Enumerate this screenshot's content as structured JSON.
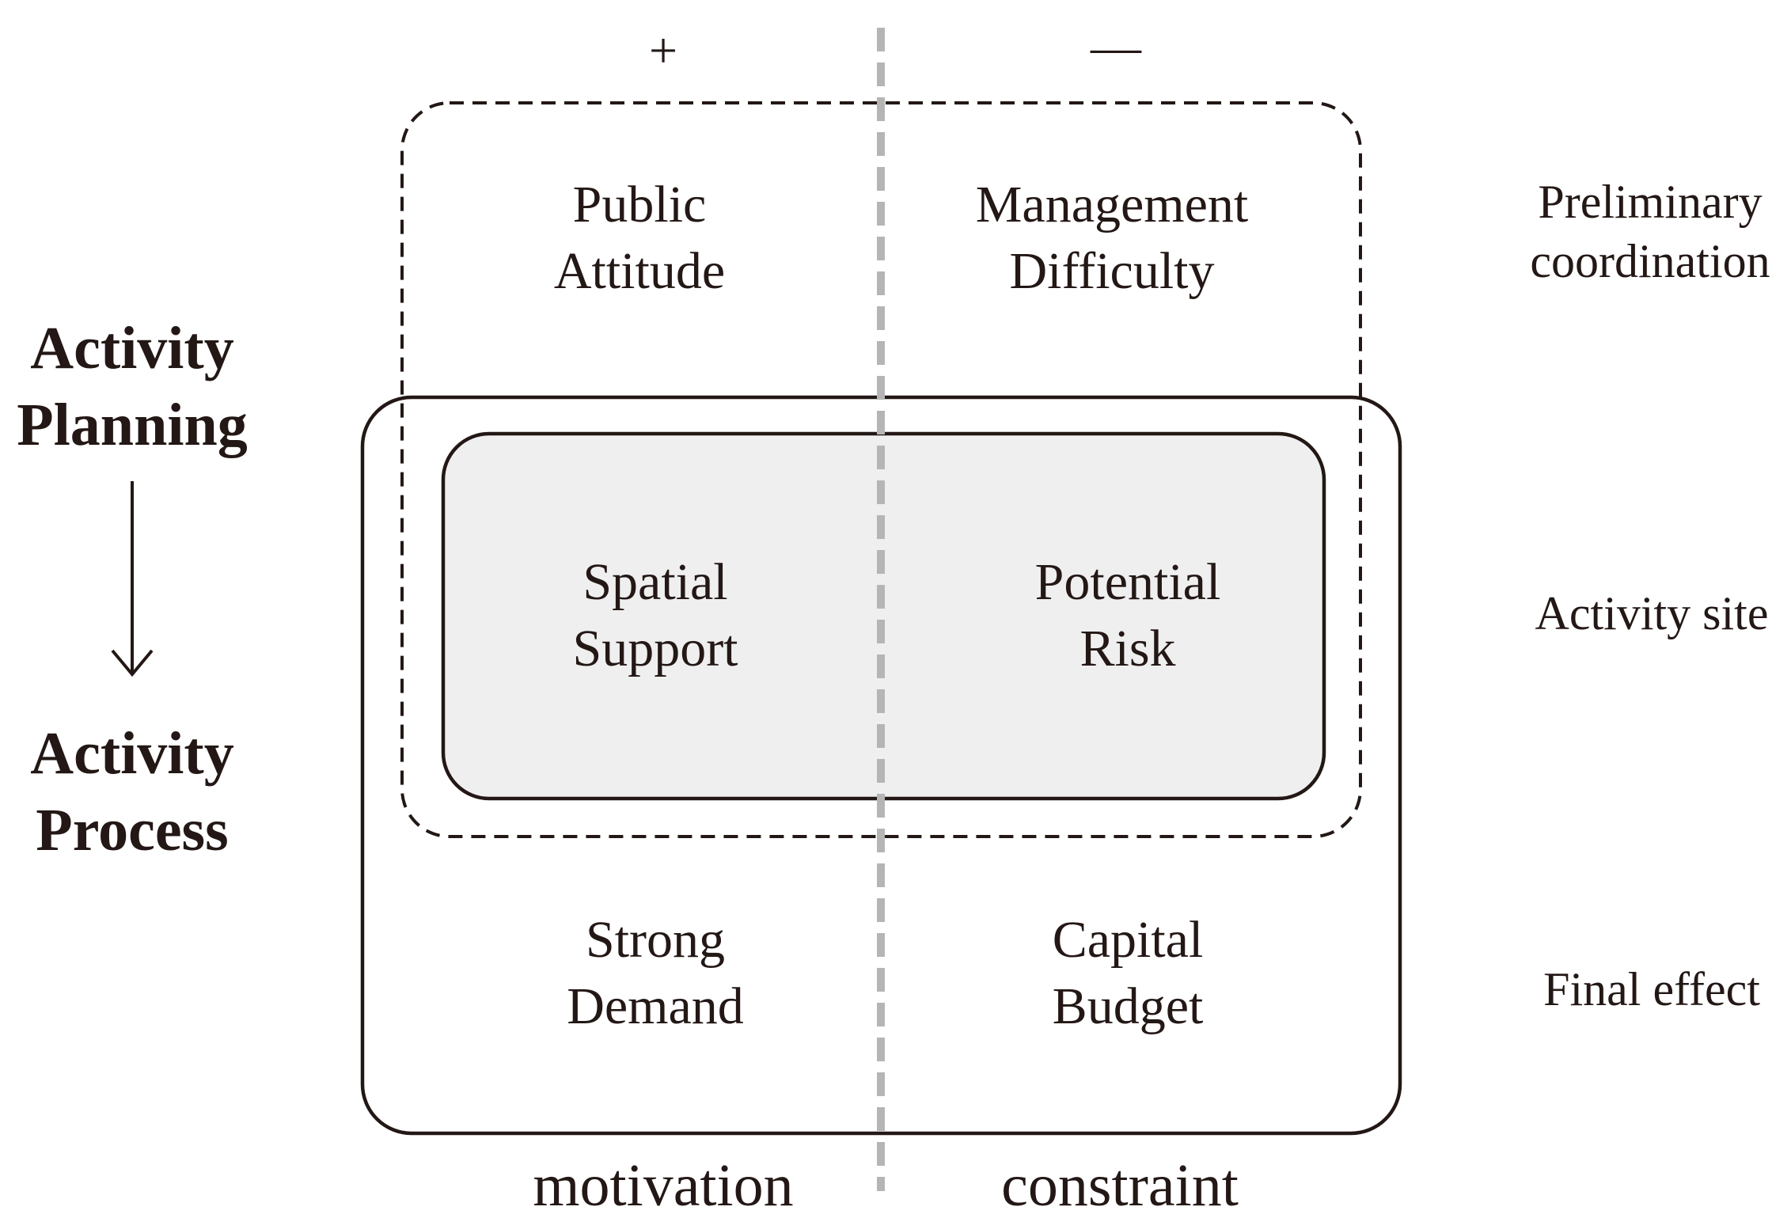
{
  "signs": {
    "positive": "+",
    "negative": "—"
  },
  "stages": {
    "start": [
      "Activity",
      "Planning"
    ],
    "end": [
      "Activity",
      "Process"
    ]
  },
  "quadrants": {
    "top_left": [
      "Public",
      "Attitude"
    ],
    "top_right": [
      "Management",
      "Difficulty"
    ],
    "middle_left": [
      "Spatial",
      "Support"
    ],
    "middle_right": [
      "Potential",
      "Risk"
    ],
    "bottom_left": [
      "Strong",
      "Demand"
    ],
    "bottom_right": [
      "Capital",
      "Budget"
    ]
  },
  "levels": {
    "top": [
      "Preliminary",
      "coordination"
    ],
    "middle": "Activity site",
    "bottom": "Final effect"
  },
  "axis": {
    "left": "motivation",
    "right": "constraint"
  },
  "colors": {
    "ink": "#231815",
    "inner_fill": "#efefef",
    "divider": "#b5b5b5"
  }
}
